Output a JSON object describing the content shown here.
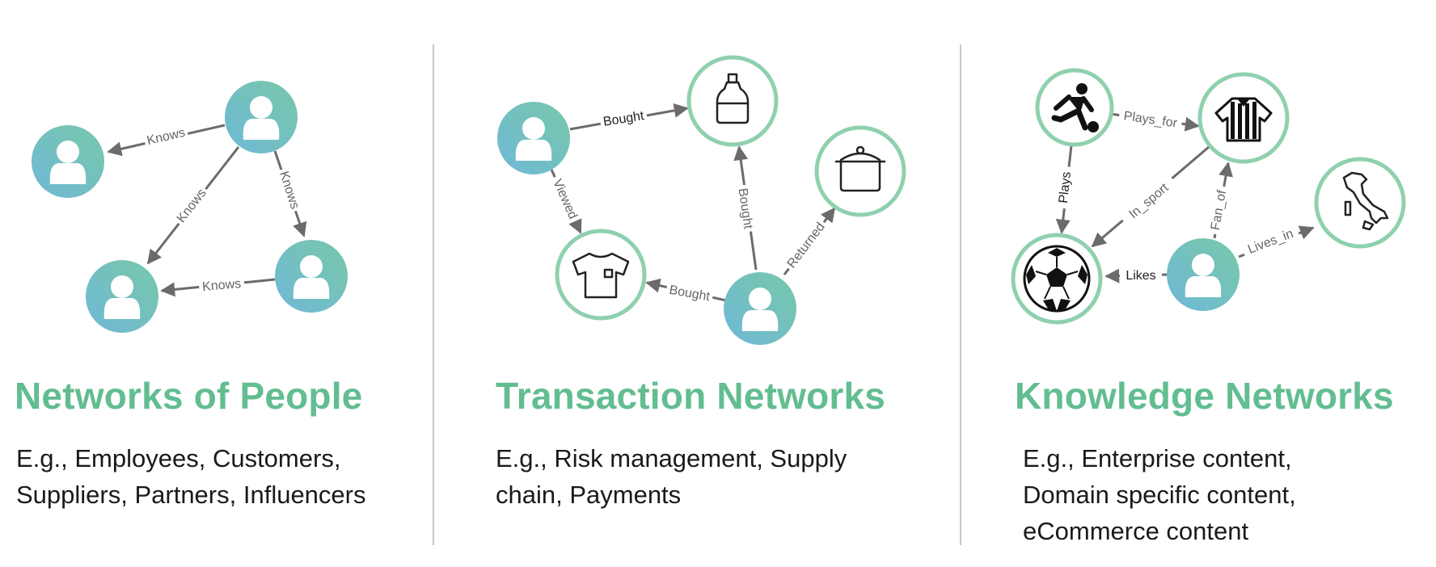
{
  "colors": {
    "accent": "#62bd91",
    "ring": "#8fd0ae",
    "avatar_from": "#78c8a8",
    "avatar_to": "#6fb8d8",
    "edge": "#6b6b6b",
    "divider": "#c8c8c8"
  },
  "panels": [
    {
      "title": "Networks of People",
      "description": "E.g., Employees, Customers, Suppliers, Partners, Influencers",
      "edge_labels": [
        "Knows",
        "Knows",
        "Knows",
        "Knows"
      ]
    },
    {
      "title": "Transaction Networks",
      "description": "E.g., Risk management, Supply chain, Payments",
      "edge_labels": [
        "Bought",
        "Viewed",
        "Bought",
        "Returned",
        "Bought"
      ],
      "node_icons": [
        "person-icon",
        "bottle-icon",
        "pot-icon",
        "tshirt-icon",
        "person-icon"
      ]
    },
    {
      "title": "Knowledge Networks",
      "description": "E.g., Enterprise content, Domain specific content, eCommerce content",
      "edge_labels": [
        "Plays_for",
        "Plays",
        "In_sport",
        "Fan_of",
        "Likes",
        "Lives_in"
      ],
      "node_icons": [
        "soccer-player-icon",
        "referee-shirt-icon",
        "soccer-ball-icon",
        "person-icon",
        "italy-map-icon"
      ]
    }
  ]
}
